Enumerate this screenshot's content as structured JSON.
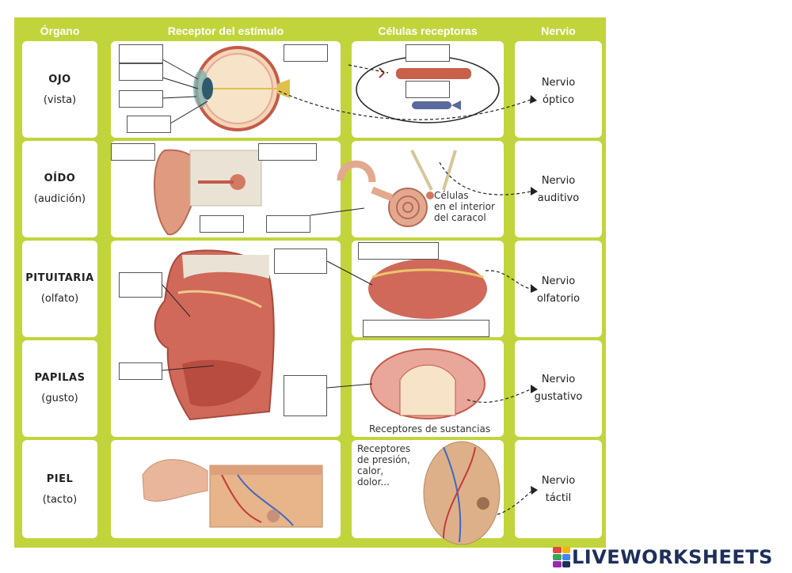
{
  "headers": {
    "organ": "Órgano",
    "receptor": "Receptor del estímulo",
    "cells": "Células receptoras",
    "nerve": "Nervio"
  },
  "rows": [
    {
      "organ": "OJO",
      "sense": "(vista)",
      "nerve_line1": "Nervio",
      "nerve_line2": "óptico"
    },
    {
      "organ": "OÍDO",
      "sense": "(audición)",
      "nerve_line1": "Nervio",
      "nerve_line2": "auditivo"
    },
    {
      "organ": "PITUITARIA",
      "sense": "(olfato)",
      "nerve_line1": "Nervio",
      "nerve_line2": "olfatorio"
    },
    {
      "organ": "PAPILAS",
      "sense": "(gusto)",
      "nerve_line1": "Nervio",
      "nerve_line2": "gustativo"
    },
    {
      "organ": "PIEL",
      "sense": "(tacto)",
      "nerve_line1": "Nervio",
      "nerve_line2": "táctil"
    }
  ],
  "captions": {
    "ear_cells": [
      "Células",
      "en el interior",
      "del caracol"
    ],
    "taste_cells": "Receptores de sustancias",
    "skin_cells": [
      "Receptores",
      "de presión,",
      "calor,",
      "dolor..."
    ]
  },
  "brand": {
    "text": "LIVEWORKSHEETS",
    "colors": [
      "#e8453c",
      "#f4b400",
      "#3aa757",
      "#4285f4",
      "#9c27b0",
      "#1d2f5a"
    ]
  },
  "theme": {
    "board_green": "#c2d43c",
    "tissue_red": "#c45a4a",
    "tissue_pink": "#e8a79a",
    "nerve_yellow": "#e0c04a"
  }
}
